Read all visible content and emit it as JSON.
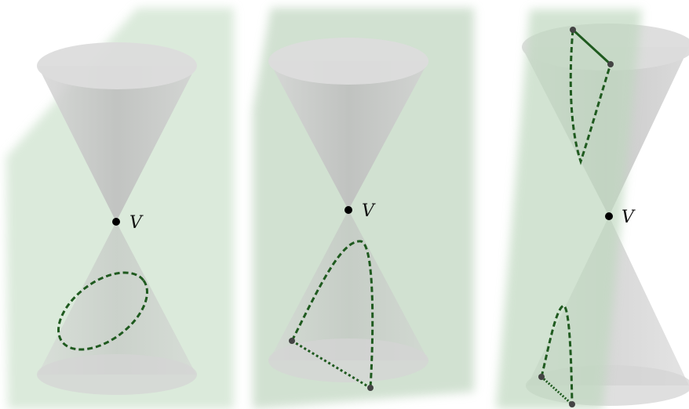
{
  "figure": {
    "panels": [
      {
        "name": "ellipse-section",
        "vertex_label": "V"
      },
      {
        "name": "parabola-section",
        "vertex_label": "V"
      },
      {
        "name": "hyperbola-section",
        "vertex_label": "V"
      }
    ]
  },
  "colors": {
    "cone": "#c8c8c8",
    "cone_rim": "#dcdcdc",
    "plane": "#cfe3cf",
    "curve": "#1f5a1f",
    "vertex": "#000000",
    "endpoint": "#444444"
  }
}
